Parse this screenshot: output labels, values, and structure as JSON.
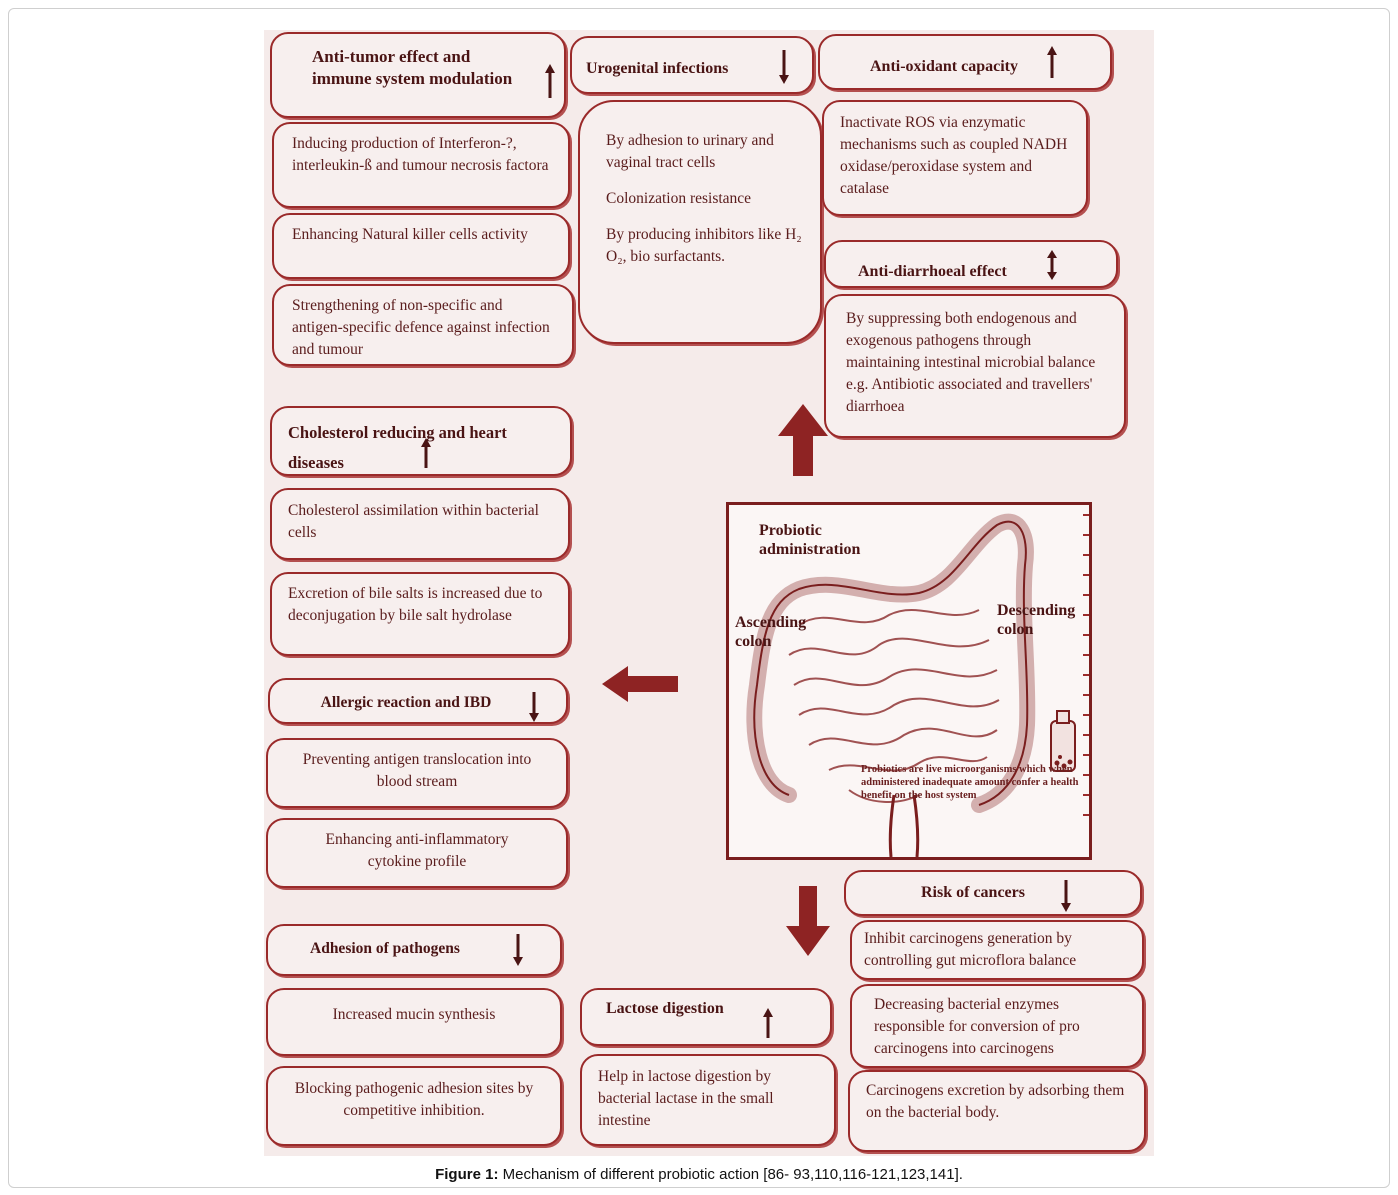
{
  "figure": {
    "antitumor": {
      "title": "Anti-tumor effect and immune system modulation",
      "items": [
        "Inducing production of Interferon-?, interleukin-ß and tumour necrosis factora",
        "Enhancing Natural killer cells activity",
        "Strengthening of non-specific and antigen-specific defence against infection and tumour"
      ]
    },
    "urogenital": {
      "title": "Urogenital infections",
      "p1": "By adhesion to urinary and vaginal tract cells",
      "p2": "Colonization resistance",
      "p3": "By producing inhibitors like H₂ O₂, bio surfactants."
    },
    "antioxidant": {
      "title": "Anti-oxidant capacity",
      "text": "Inactivate ROS via enzymatic mechanisms such as coupled NADH oxidase/peroxidase system and catalase"
    },
    "antidiarrhoeal": {
      "title": "Anti-diarrhoeal effect",
      "text": "By suppressing both endogenous and exogenous pathogens through maintaining intestinal microbial balance e.g. Antibiotic associated and travellers' diarrhoea"
    },
    "cholesterol": {
      "title": "Cholesterol reducing and heart diseases",
      "items": [
        "Cholesterol assimilation within bacterial cells",
        "Excretion of bile salts is increased due to deconjugation by bile salt hydrolase"
      ]
    },
    "allergic": {
      "title": "Allergic reaction and IBD",
      "items": [
        "Preventing antigen translocation into blood stream",
        "Enhancing anti-inflammatory cytokine profile"
      ]
    },
    "adhesion": {
      "title": "Adhesion of pathogens",
      "items": [
        "Increased mucin synthesis",
        "Blocking pathogenic adhesion sites by competitive inhibition."
      ]
    },
    "lactose": {
      "title": "Lactose digestion",
      "text": "Help in lactose digestion by bacterial lactase in the small intestine"
    },
    "cancer": {
      "title": "Risk of cancers",
      "items": [
        "Inhibit carcinogens generation by controlling gut microflora balance",
        "Decreasing bacterial enzymes responsible for conversion of pro carcinogens into carcinogens",
        "Carcinogens excretion by adsorbing them on the bacterial body."
      ]
    },
    "gut": {
      "title": "Probiotic administration",
      "ascending": "Ascending colon",
      "descending": "Descending colon",
      "note": "Probiotics are live microorganisms which when administered inadequate amount confer a health benefit on the host system"
    }
  },
  "caption": {
    "label": "Figure 1:",
    "text": " Mechanism of different probiotic action [86- 93,110,116-121,123,141]."
  },
  "colors": {
    "border": "#9a2a2a",
    "arrow": "#8e2323",
    "text": "#5a1c1c",
    "background": "#f5ebea"
  }
}
